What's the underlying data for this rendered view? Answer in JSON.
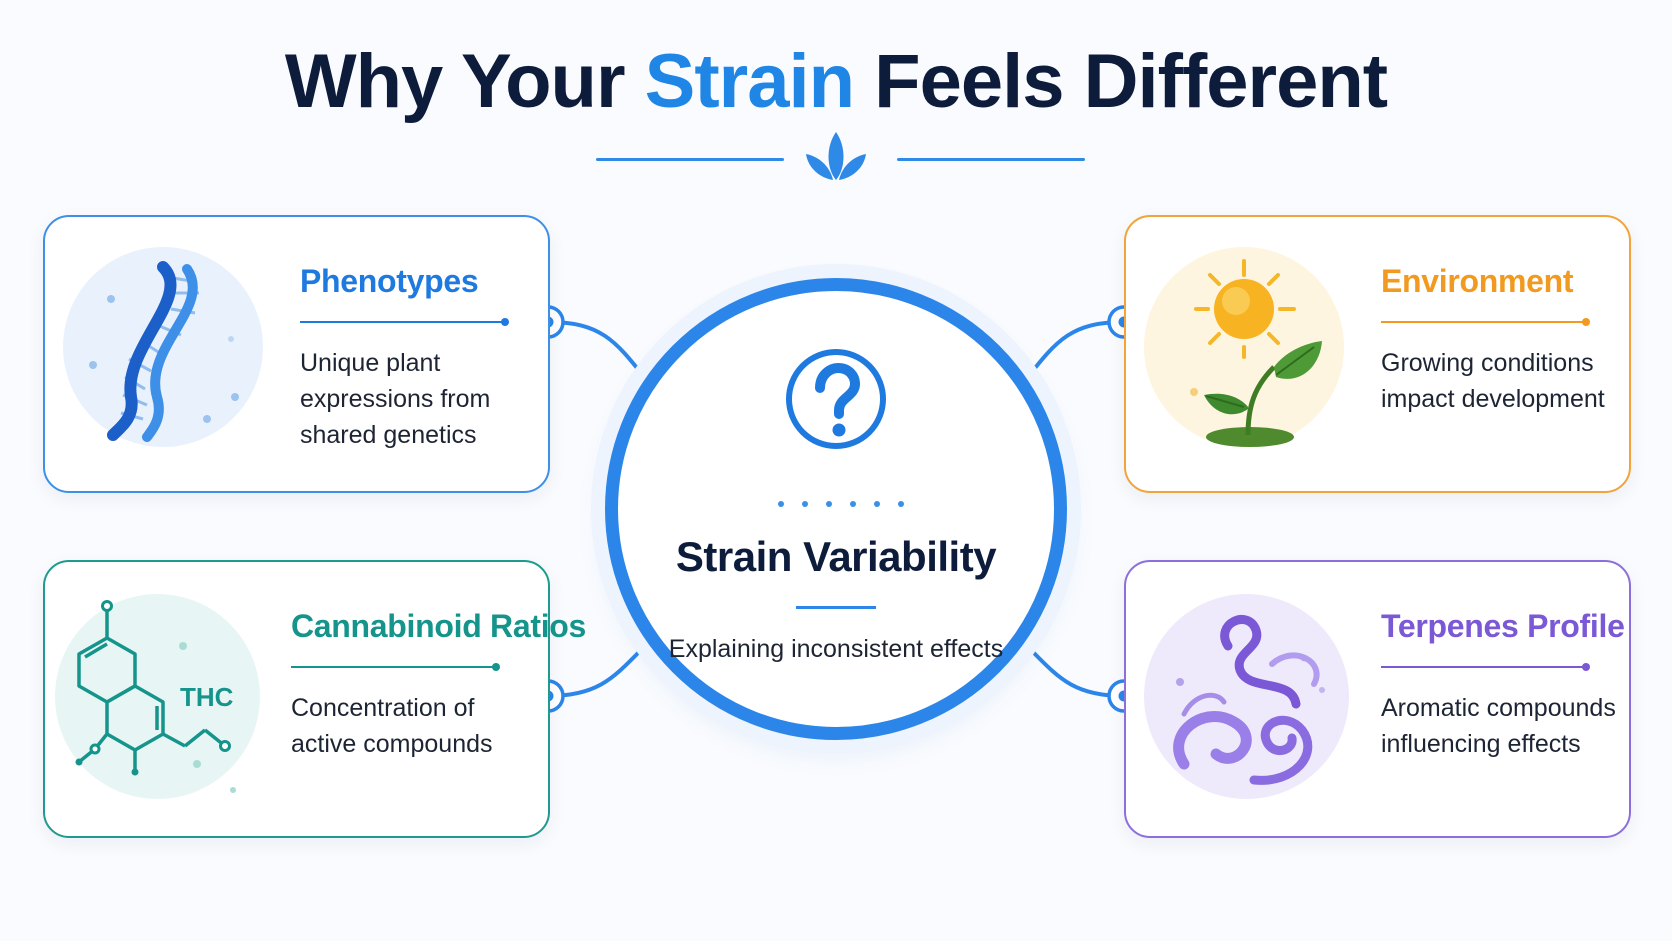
{
  "header": {
    "title_pre": "Why Your",
    "title_accent": "Strain",
    "title_post": "Feels Different",
    "accent_color": "#1f86e6"
  },
  "center": {
    "icon": "question-icon",
    "title": "Strain Variability",
    "subtitle": "Explaining inconsistent effects",
    "color": "#2c86ea"
  },
  "cards": {
    "phenotypes": {
      "title": "Phenotypes",
      "description": "Unique plant expressions from shared genetics",
      "icon": "dna-icon",
      "color": "#1f7ae0"
    },
    "environment": {
      "title": "Environment",
      "description": "Growing conditions impact development",
      "icon": "sun-plant-icon",
      "color": "#f29a1f"
    },
    "cannabinoids": {
      "title": "Cannabinoid Ratios",
      "description": "Concentration of active compounds",
      "icon": "molecule-icon",
      "molecule_label": "THC",
      "color": "#15948b"
    },
    "terpenes": {
      "title": "Terpenes Profile",
      "description": "Aromatic compounds influencing effects",
      "icon": "aroma-swirl-icon",
      "color": "#7b58d6"
    }
  }
}
